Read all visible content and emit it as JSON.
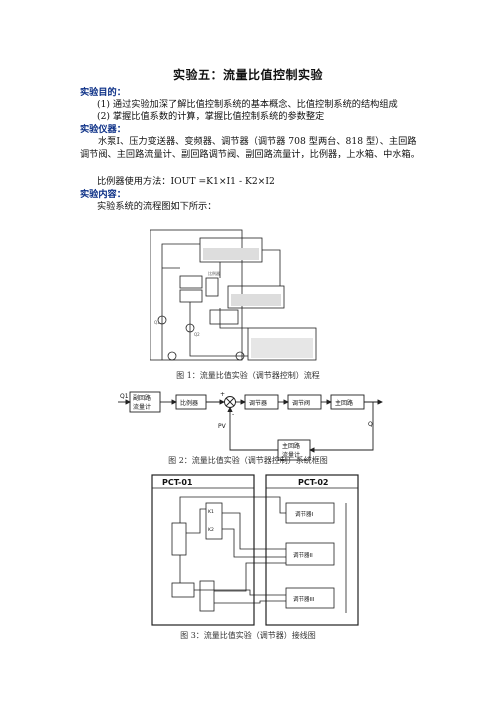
{
  "title": "实验五：流量比值控制实验",
  "sections": {
    "purpose": {
      "heading": "实验目的：",
      "items": [
        "(1)  通过实验加深了解比值控制系统的基本概念、比值控制系统的结构组成",
        "(2)  掌握比值系数的计算，掌握比值控制系统的参数整定"
      ]
    },
    "instruments": {
      "heading": "实验仪器：",
      "text": "水泵Ⅰ、压力变送器、变频器、调节器（调节器 708 型两台、818 型）、主回路调节阀、主回路流量计、副回路调节阀、副回路流量计，比例器，上水箱、中水箱。",
      "formula_prefix": "比例器使用方法：",
      "formula": "IOUT  =K1×I1  - K2×I2"
    },
    "content": {
      "heading": "实验内容：",
      "text": "实验系统的流程图如下所示："
    }
  },
  "figures": {
    "fig1": {
      "caption": "图 1：流量比值实验（调节器控制）流程",
      "labels": {
        "ratio": "比例器",
        "q1": "Q1",
        "q2": "Q2"
      }
    },
    "fig2": {
      "caption": "图 2：流量比值实验（调节器控制）系统框图",
      "labels": {
        "q1": "Q1",
        "sub_meter_line1": "副回路",
        "sub_meter_line2": "流量计",
        "ratio": "比例器",
        "regulator": "调节器",
        "valve": "调节阀",
        "main_loop": "主回路",
        "q": "Q",
        "pv": "PV",
        "plus": "+",
        "minus": "-",
        "main_meter_line1": "主回路",
        "main_meter_line2": "流量计"
      }
    },
    "fig3": {
      "caption": "图 3：流量比值实验（调节器）接线图",
      "labels": {
        "pct01": "PCT-01",
        "pct02": "PCT-02",
        "reg1": "调节器I",
        "reg2": "调节器II",
        "reg3": "调节器III",
        "k1": "K1",
        "k2": "K2"
      }
    }
  }
}
